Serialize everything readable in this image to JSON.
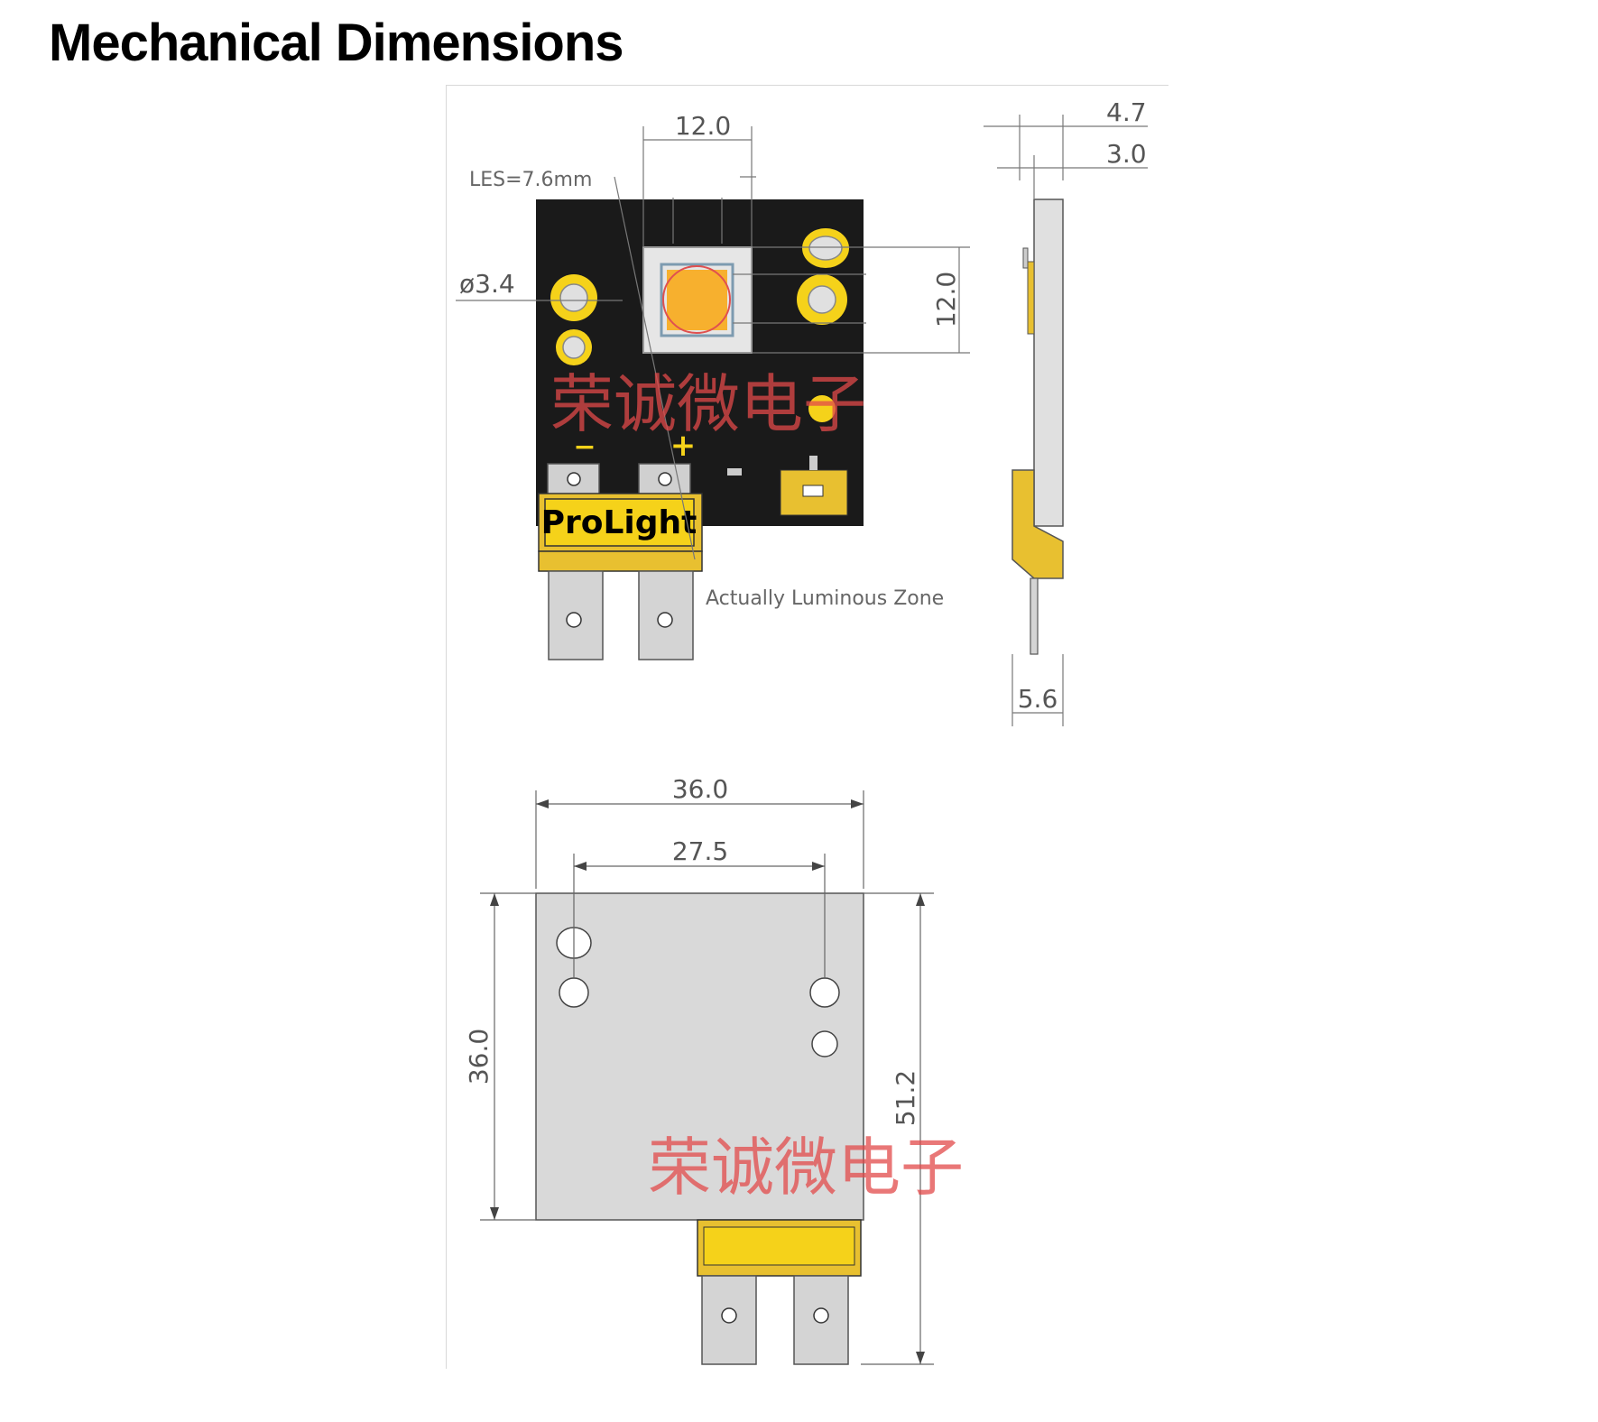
{
  "page": {
    "title": "Mechanical Dimensions"
  },
  "front_view": {
    "les_label": "LES=7.6mm",
    "width_top_dim": "12.0",
    "hole_dim": "ø3.4",
    "height_right_dim": "12.0",
    "minus_label": "−",
    "plus_label": "+",
    "brand_label": "ProLight",
    "luminous_zone_label": "Actually Luminous Zone",
    "watermark": "荣诚微电子"
  },
  "side_view": {
    "dim_top_1": "4.7",
    "dim_top_2": "3.0",
    "dim_bottom": "5.6"
  },
  "back_view": {
    "width_dim": "36.0",
    "hole_spacing_dim": "27.5",
    "height_dim": "36.0",
    "total_height_dim": "51.2",
    "watermark": "荣诚微电子"
  },
  "colors": {
    "pcb_black": "#1a1a1a",
    "gold": "#f5d21a",
    "connector_gold": "#e8c030",
    "led_orange": "#f7b02e",
    "aluminum": "#d9d9d9",
    "watermark_red": "#e24a4a"
  }
}
